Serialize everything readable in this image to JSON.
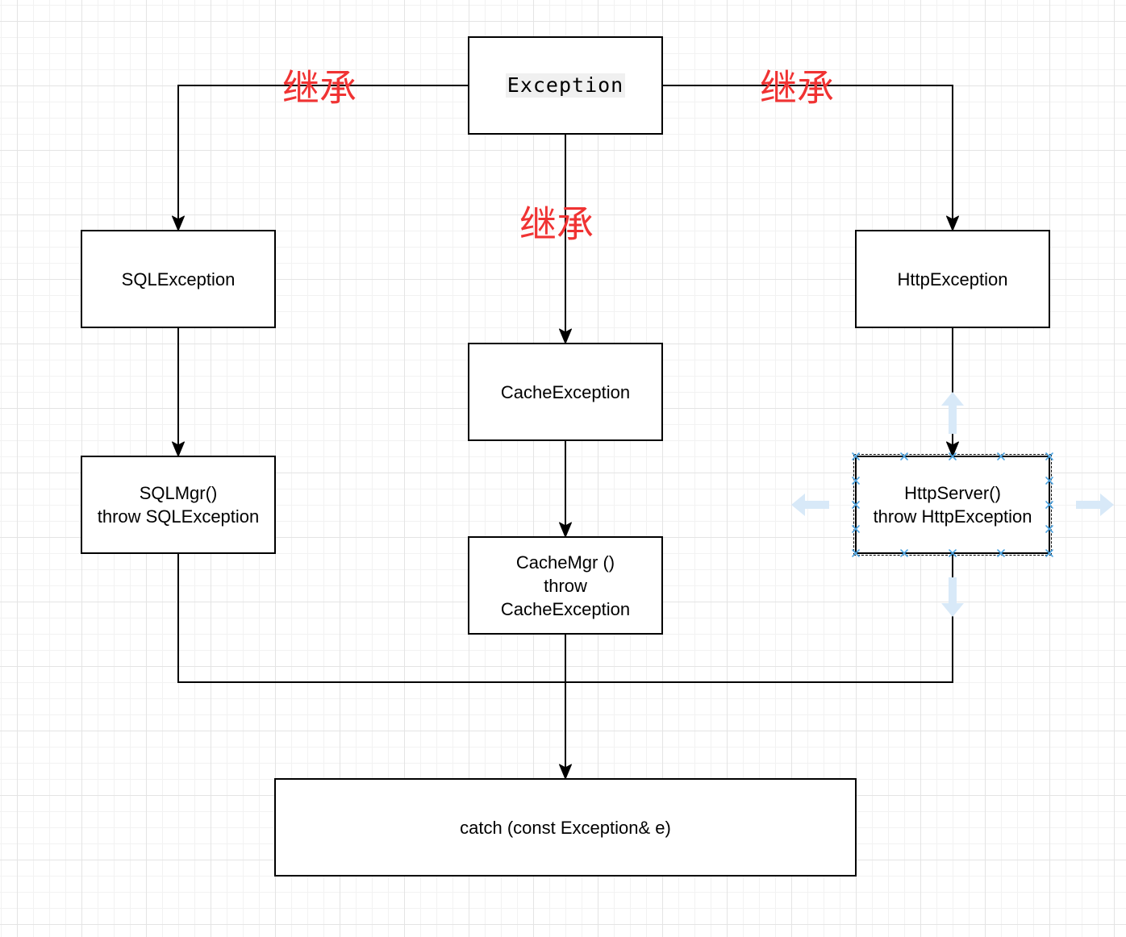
{
  "nodes": {
    "root": {
      "label": "Exception"
    },
    "sql": {
      "label": "SQLException"
    },
    "cache": {
      "label": "CacheException"
    },
    "http": {
      "label": "HttpException"
    },
    "sql_mgr": {
      "label": "SQLMgr()\nthrow SQLException"
    },
    "cache_mgr": {
      "label": "CacheMgr  ()\nthrow\nCacheException"
    },
    "http_server": {
      "label": "HttpServer()\nthrow HttpException"
    },
    "catch": {
      "label": "catch (const Exception& e)"
    }
  },
  "edge_labels": {
    "left": "继承",
    "center": "继承",
    "right": "继承"
  },
  "colors": {
    "edge_label": "#f03333",
    "stroke": "#000000",
    "selection_handle": "#4da3e0",
    "hint_arrow": "#d8e9f8"
  },
  "icons": {
    "selection_handle": "x-mark",
    "hover_arrows": "arrow"
  }
}
